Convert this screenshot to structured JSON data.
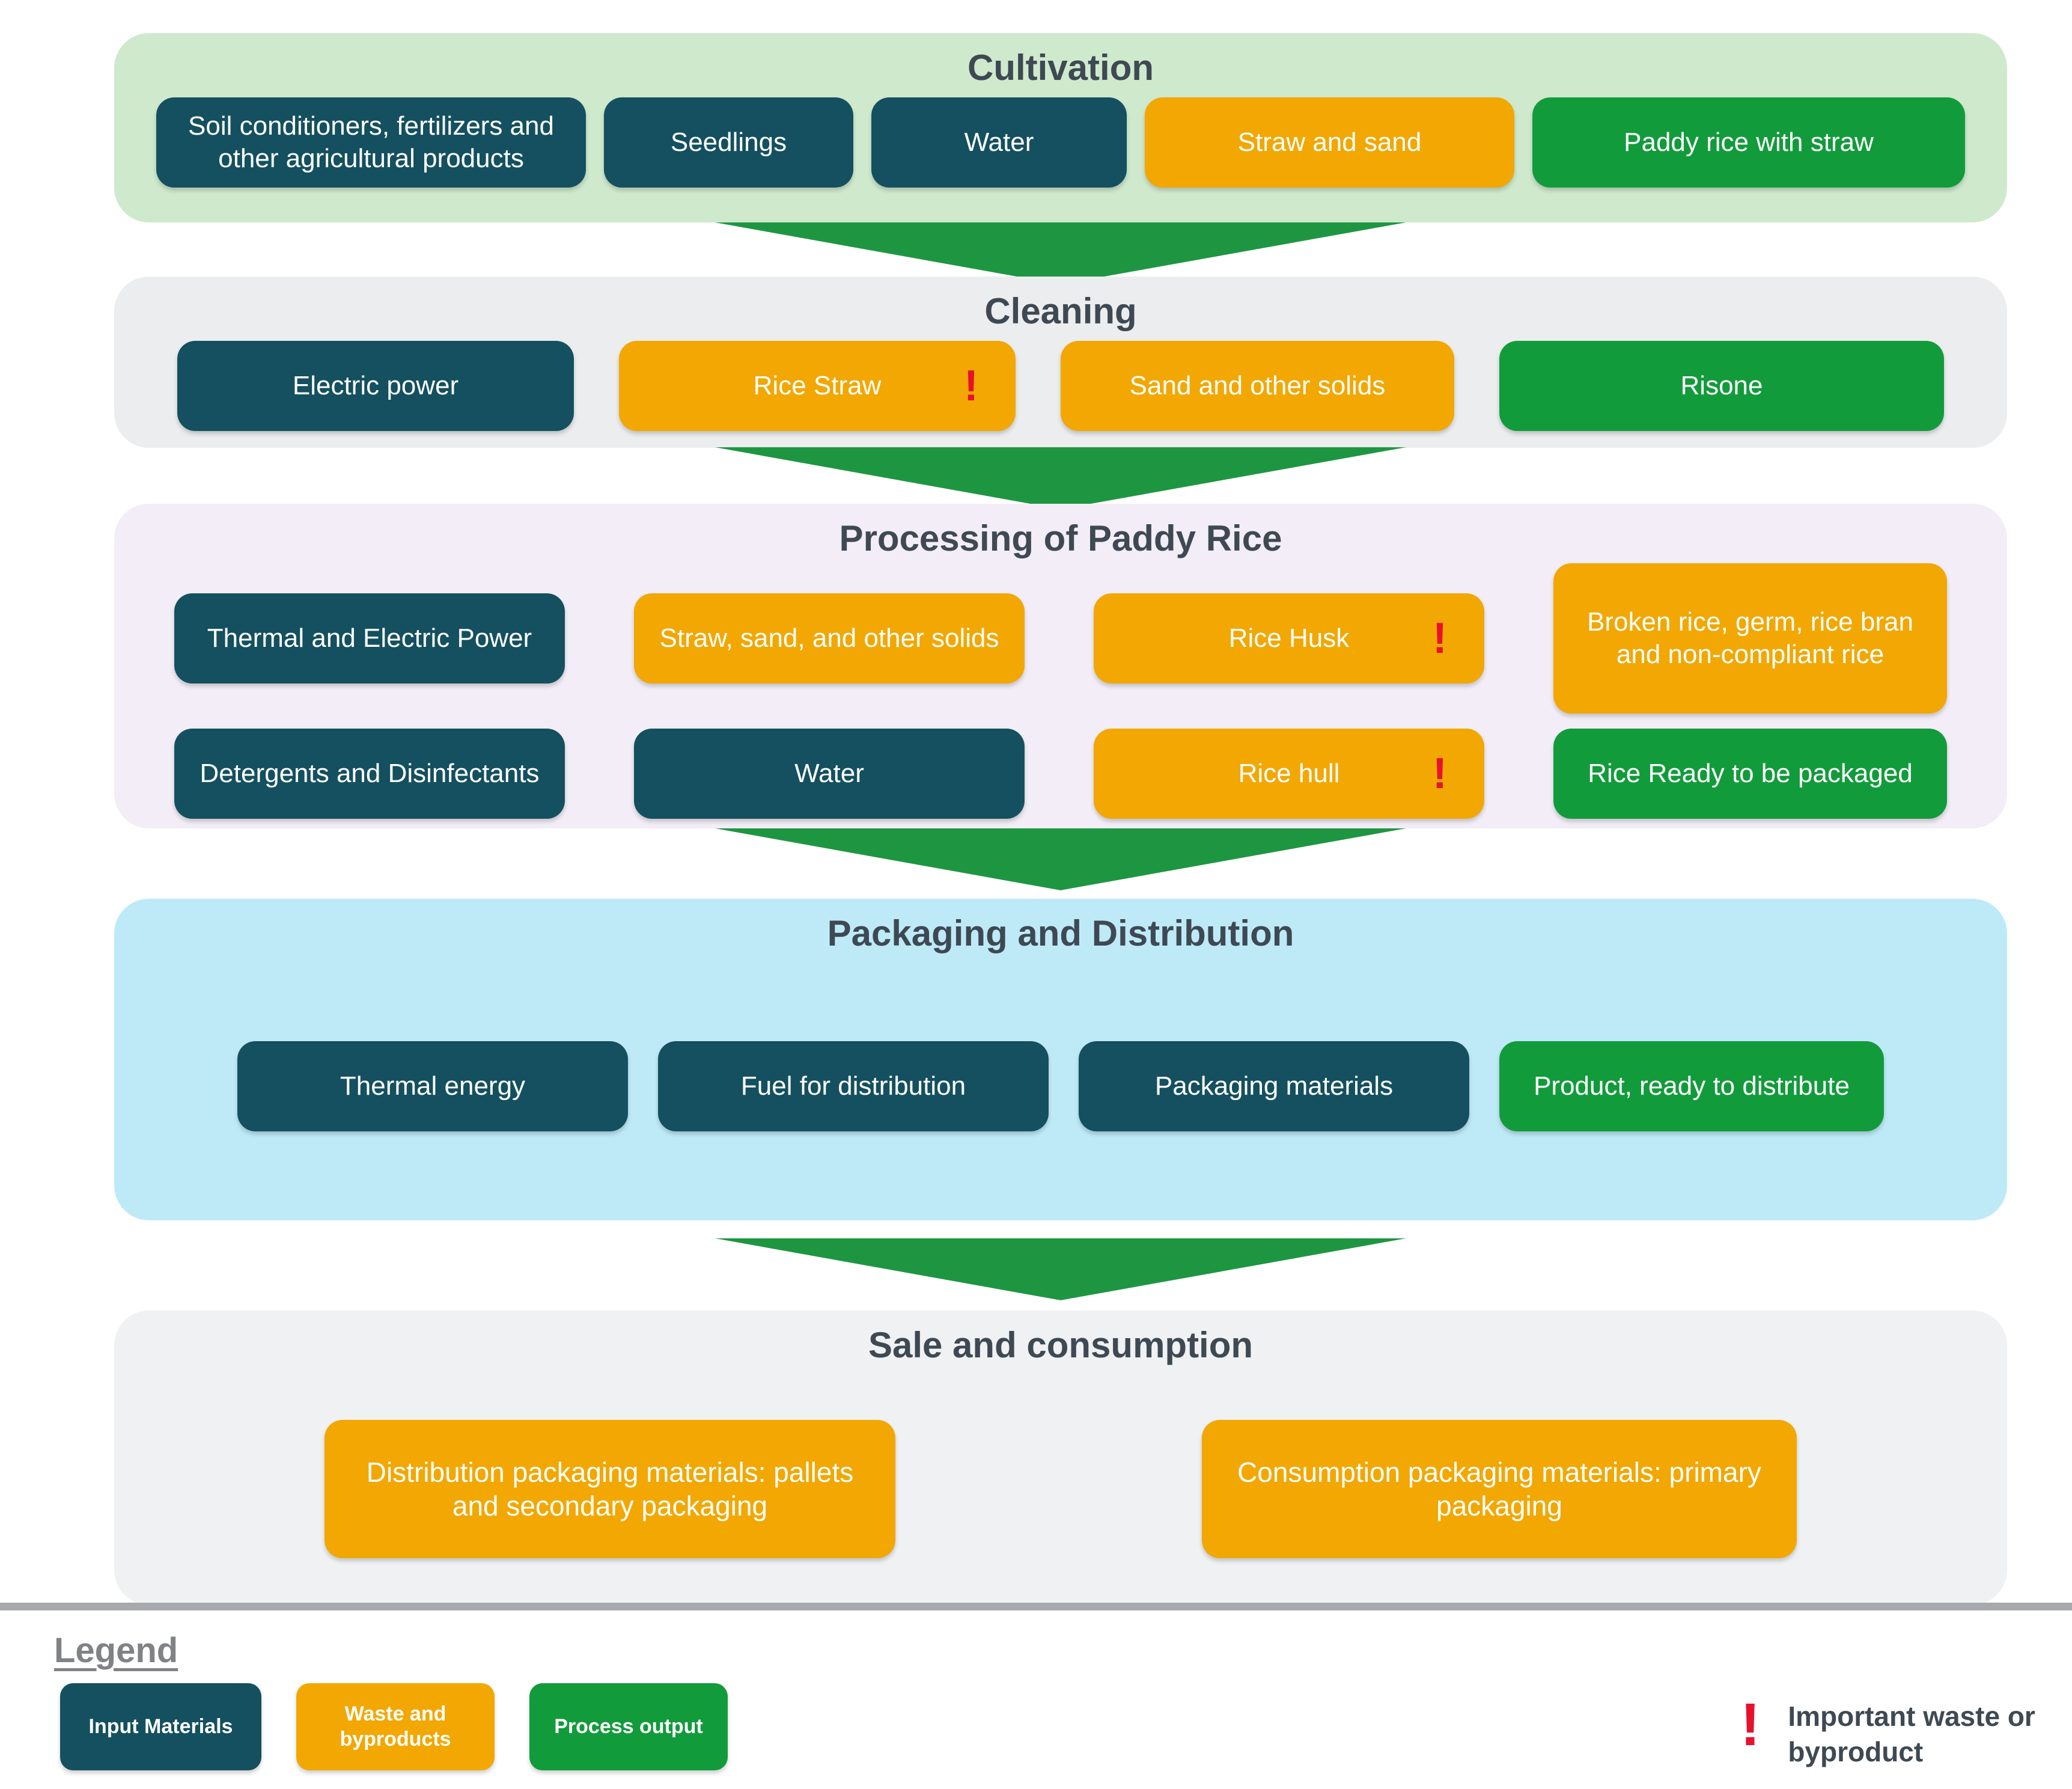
{
  "colors": {
    "input": "#14505F",
    "waste": "#F2A702",
    "output": "#129B3B",
    "arrow": "#1E9641",
    "important": "#E8112D",
    "title": "#3E4953",
    "legend_title": "#808285",
    "divider": "#A7A9AC",
    "panels": {
      "cultivation": "#CFE9CD",
      "cleaning": "#EBEDEE",
      "processing": "#F2EDF6",
      "packaging": "#BEEAF8",
      "sale": "#EFF1F2"
    }
  },
  "important_marker": "!",
  "sections": [
    {
      "id": "cultivation",
      "title": "Cultivation",
      "boxes": [
        {
          "label": "Soil conditioners, fertilizers and other agricultural products",
          "type": "input"
        },
        {
          "label": "Seedlings",
          "type": "input"
        },
        {
          "label": "Water",
          "type": "input"
        },
        {
          "label": "Straw and sand",
          "type": "waste"
        },
        {
          "label": "Paddy rice with straw",
          "type": "output"
        }
      ]
    },
    {
      "id": "cleaning",
      "title": "Cleaning",
      "boxes": [
        {
          "label": "Electric power",
          "type": "input"
        },
        {
          "label": "Rice Straw",
          "type": "waste",
          "important": true
        },
        {
          "label": "Sand and other solids",
          "type": "waste"
        },
        {
          "label": "Risone",
          "type": "output"
        }
      ]
    },
    {
      "id": "processing",
      "title": "Processing of Paddy Rice",
      "boxes": [
        {
          "label": "Thermal and Electric Power",
          "type": "input"
        },
        {
          "label": "Straw, sand, and other solids",
          "type": "waste"
        },
        {
          "label": "Rice Husk",
          "type": "waste",
          "important": true
        },
        {
          "label": "Broken rice, germ, rice bran and non-compliant rice",
          "type": "waste",
          "tall": true
        },
        {
          "label": "Detergents and Disinfectants",
          "type": "input"
        },
        {
          "label": "Water",
          "type": "input"
        },
        {
          "label": "Rice hull",
          "type": "waste",
          "important": true
        },
        {
          "label": "Rice Ready to be packaged",
          "type": "output"
        }
      ]
    },
    {
      "id": "packaging",
      "title": "Packaging and Distribution",
      "boxes": [
        {
          "label": "Thermal energy",
          "type": "input"
        },
        {
          "label": "Fuel for distribution",
          "type": "input"
        },
        {
          "label": "Packaging materials",
          "type": "input"
        },
        {
          "label": "Product, ready to distribute",
          "type": "output"
        }
      ]
    },
    {
      "id": "sale",
      "title": "Sale and consumption",
      "boxes": [
        {
          "label": "Distribution packaging materials: pallets and secondary packaging",
          "type": "waste"
        },
        {
          "label": "Consumption packaging materials: primary packaging",
          "type": "waste"
        }
      ]
    }
  ],
  "legend": {
    "title": "Legend",
    "items": [
      {
        "label": "Input Materials",
        "type": "input"
      },
      {
        "label": "Waste and byproducts",
        "type": "waste"
      },
      {
        "label": "Process output",
        "type": "output"
      }
    ],
    "important_label": "Important waste or byproduct"
  }
}
